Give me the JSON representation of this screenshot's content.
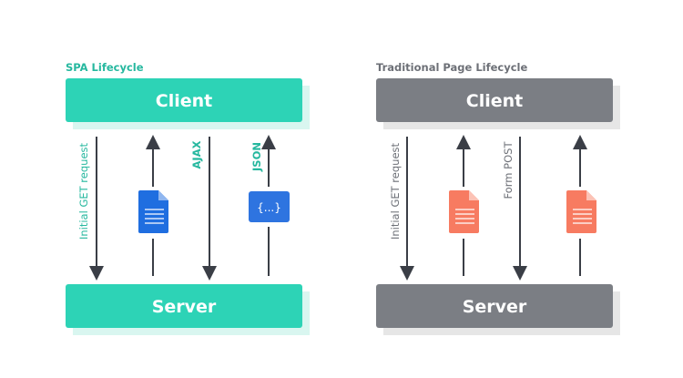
{
  "colors": {
    "spa_accent": "#2dd3b6",
    "spa_shadow": "#d9f6f0",
    "traditional_accent": "#7b7e84",
    "traditional_shadow": "#e6e6e6",
    "arrow": "#3a3e46",
    "json_icon": "#2e74e0",
    "spa_document": "#1f6ee0",
    "traditional_document": "#f77b61"
  },
  "spa": {
    "title": "SPA Lifecycle",
    "client_label": "Client",
    "server_label": "Server",
    "arrows": [
      {
        "direction": "down",
        "label": "Initial GET request"
      },
      {
        "direction": "up",
        "icon": "document-icon"
      },
      {
        "direction": "down",
        "label": "AJAX"
      },
      {
        "direction": "up",
        "label": "JSON",
        "icon": "json-braces-icon",
        "icon_text": "{...}"
      }
    ]
  },
  "traditional": {
    "title": "Traditional Page Lifecycle",
    "client_label": "Client",
    "server_label": "Server",
    "arrows": [
      {
        "direction": "down",
        "label": "Initial GET request"
      },
      {
        "direction": "up",
        "icon": "document-icon"
      },
      {
        "direction": "down",
        "label": "Form POST"
      },
      {
        "direction": "up",
        "icon": "document-icon"
      }
    ]
  }
}
